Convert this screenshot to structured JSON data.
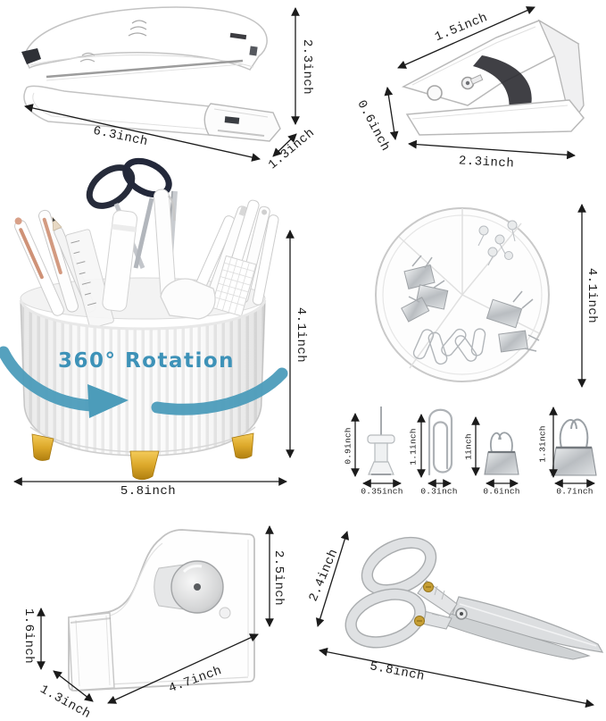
{
  "image": {
    "background": "#ffffff"
  },
  "accent": {
    "label_color": "#1b1b1b",
    "rotation_text_color": "#3d92b8",
    "teal_arrow": "#4c9cba",
    "gold_feet": "#d9a520"
  },
  "products": {
    "stapler": {
      "width": "6.3inch",
      "height": "2.3inch",
      "depth": "1.3inch"
    },
    "staple_remover": {
      "top_width": "1.5inch",
      "jaw_height": "0.6inch",
      "base_width": "2.3inch"
    },
    "pen_holder": {
      "rotation_text": "360° Rotation",
      "height": "4.1inch",
      "width": "5.8inch"
    },
    "clips_box": {
      "diameter": "4.1inch"
    },
    "push_pin": {
      "height": "0.9inch",
      "width": "0.35inch"
    },
    "paper_clip": {
      "height": "1.1inch",
      "width": "0.3inch"
    },
    "small_binder_clip": {
      "height": "1inch",
      "width": "0.6inch"
    },
    "large_binder_clip": {
      "height": "1.3inch",
      "width": "0.7inch"
    },
    "tape_dispenser": {
      "height": "2.5inch",
      "front_height": "1.6inch",
      "length": "4.7inch",
      "depth": "1.3inch"
    },
    "scissors": {
      "handle_width": "2.4inch",
      "length": "5.8inch"
    }
  }
}
